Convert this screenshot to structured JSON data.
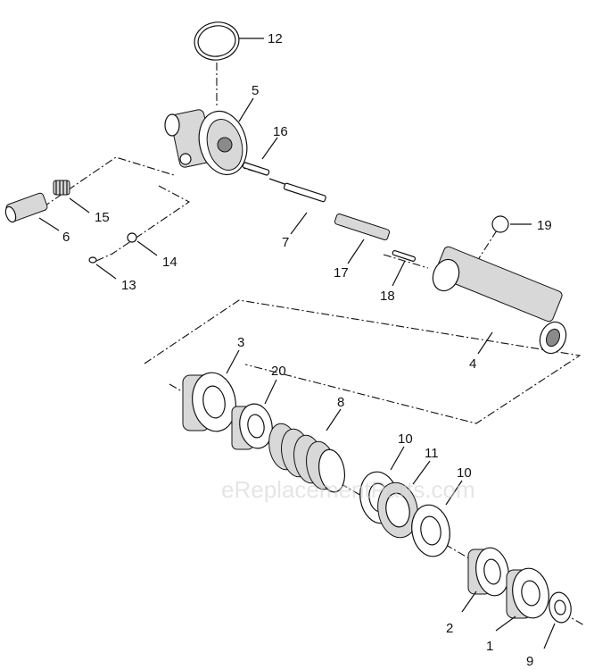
{
  "diagram": {
    "watermark": "eReplacementParts.com",
    "callouts": [
      {
        "id": "12",
        "label": "12"
      },
      {
        "id": "5",
        "label": "5"
      },
      {
        "id": "16",
        "label": "16"
      },
      {
        "id": "15",
        "label": "15"
      },
      {
        "id": "6",
        "label": "6"
      },
      {
        "id": "14",
        "label": "14"
      },
      {
        "id": "13",
        "label": "13"
      },
      {
        "id": "7",
        "label": "7"
      },
      {
        "id": "17",
        "label": "17"
      },
      {
        "id": "18",
        "label": "18"
      },
      {
        "id": "19",
        "label": "19"
      },
      {
        "id": "4",
        "label": "4"
      },
      {
        "id": "3",
        "label": "3"
      },
      {
        "id": "20",
        "label": "20"
      },
      {
        "id": "8",
        "label": "8"
      },
      {
        "id": "10a",
        "label": "10"
      },
      {
        "id": "11",
        "label": "11"
      },
      {
        "id": "10b",
        "label": "10"
      },
      {
        "id": "2",
        "label": "2"
      },
      {
        "id": "1",
        "label": "1"
      },
      {
        "id": "9",
        "label": "9"
      }
    ]
  }
}
